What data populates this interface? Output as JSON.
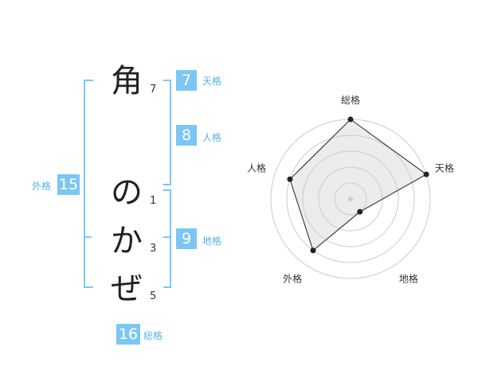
{
  "name": {
    "surname": [
      {
        "char": "角",
        "strokes": "7"
      }
    ],
    "given": [
      {
        "char": "の",
        "strokes": "1"
      },
      {
        "char": "か",
        "strokes": "3"
      },
      {
        "char": "ぜ",
        "strokes": "5"
      }
    ]
  },
  "kakusu": {
    "tenkaku": {
      "value": "7",
      "label": "天格"
    },
    "jinkaku": {
      "value": "8",
      "label": "人格"
    },
    "chikaku": {
      "value": "9",
      "label": "地格"
    },
    "gaikaku": {
      "value": "15",
      "label": "外格"
    },
    "soukaku": {
      "value": "16",
      "label": "総格"
    }
  },
  "colors": {
    "accent": "#7cc6f4",
    "label": "#5ab2e6",
    "grid": "#cccccc",
    "fill": "#efefef",
    "line": "#222222"
  },
  "chart_data": {
    "type": "radar",
    "axes": [
      "総格",
      "天格",
      "地格",
      "外格",
      "人格"
    ],
    "values": [
      5,
      5,
      1,
      4,
      4
    ],
    "max": 5,
    "rings": 5
  }
}
